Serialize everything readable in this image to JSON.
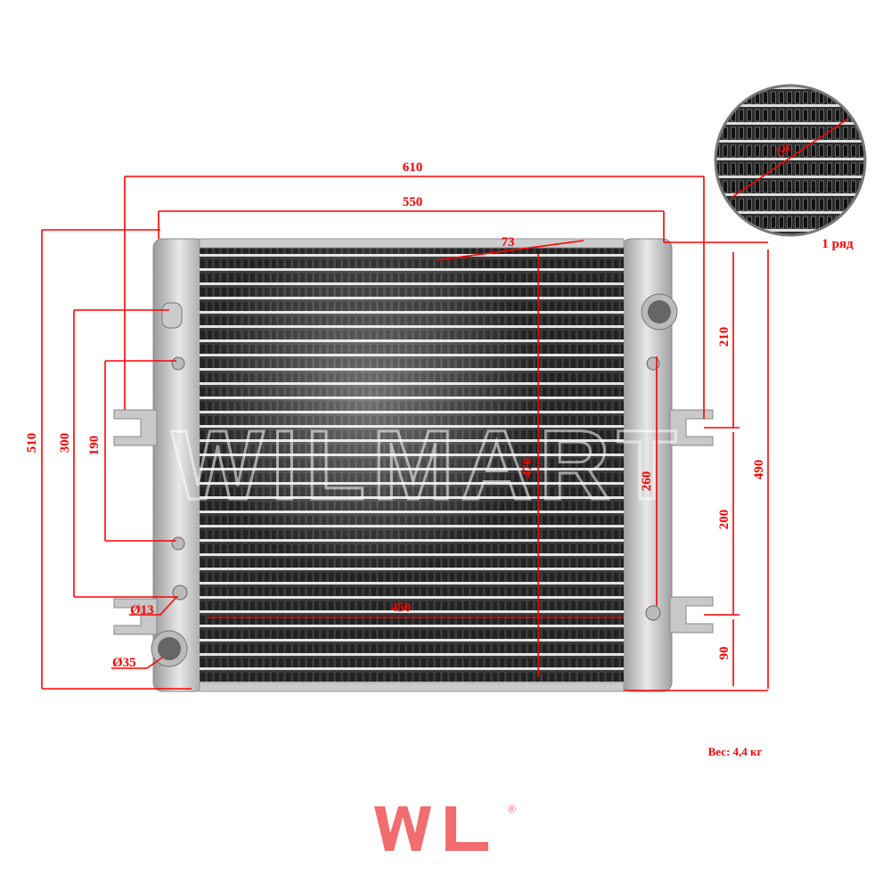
{
  "dimensions": {
    "overall_width": "610",
    "core_width": "550",
    "core_depth_offset": "73",
    "overall_height": "510",
    "left_pipe_spacing": "300",
    "left_fitting_spacing": "190",
    "core_height": "470",
    "right_fitting_spacing": "260",
    "core_inner_width": "450",
    "right_top": "210",
    "right_middle": "200",
    "right_bottom": "90",
    "right_total": "490",
    "small_pipe_diameter": "Ø13",
    "large_pipe_diameter": "Ø35",
    "core_thickness": "56"
  },
  "rows_label": "1 ряд",
  "weight_label": "Вес: 4,4 кг",
  "watermark": "WILMART",
  "logo": "WL",
  "colors": {
    "annotation": "#ff0000",
    "logo": "#f26d6d"
  }
}
